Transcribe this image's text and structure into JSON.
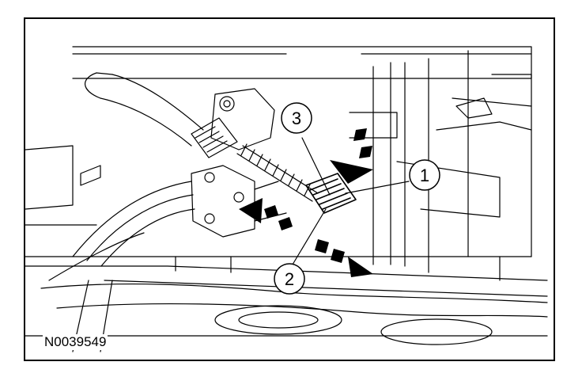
{
  "figure_id": "N0039549",
  "callouts": {
    "c1": "1",
    "c2": "2",
    "c3": "3"
  },
  "colors": {
    "ink": "#000000",
    "paper": "#ffffff"
  },
  "icons": {
    "arrows": "dashed-direction-arrow-icon"
  }
}
